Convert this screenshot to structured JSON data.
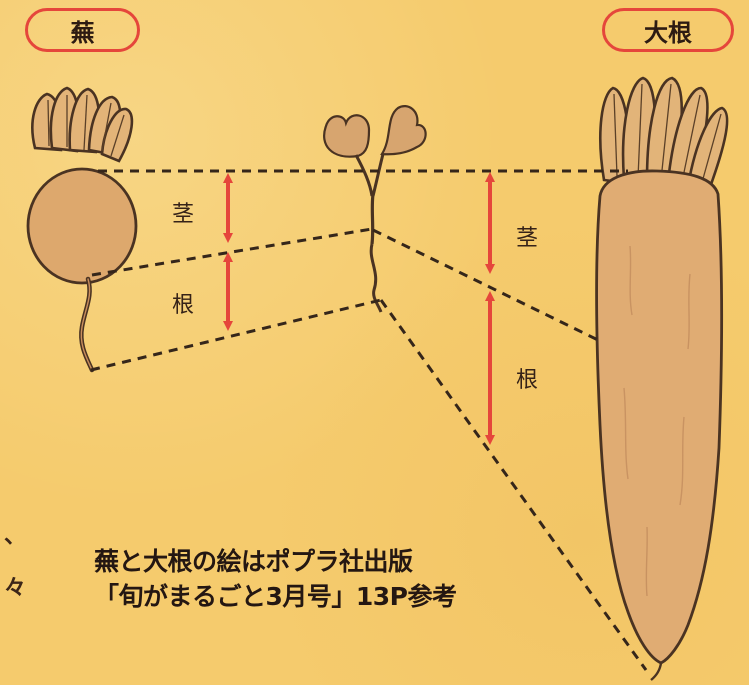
{
  "labels": {
    "kabu": "蕪",
    "daikon": "大根",
    "stem_left": "茎",
    "root_left": "根",
    "stem_right": "茎",
    "root_right": "根"
  },
  "caption": {
    "line1": "蕪と大根の絵はポプラ社出版",
    "line2": "「旬がまるごと3月号」13P参考"
  },
  "left_marks": {
    "mark1": "、",
    "mark2": "々"
  },
  "colors": {
    "background": "#f5cb6d",
    "accent_red": "#e5463b",
    "line_dark": "#3b2818",
    "vegetable_fill": "#dfad73"
  }
}
